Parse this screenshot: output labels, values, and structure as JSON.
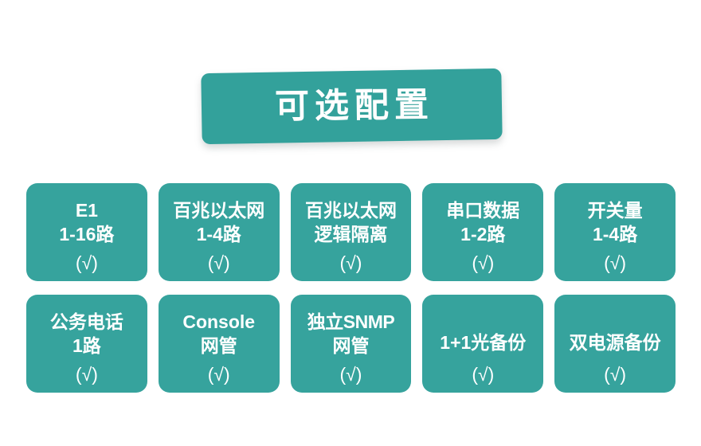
{
  "banner": {
    "title": "可选配置",
    "color": "#33A19B"
  },
  "theme": {
    "card_color": "#36A39D",
    "text_color": "#FFFFFF",
    "background": "#FFFFFF"
  },
  "check_mark": "(√)",
  "cards": {
    "rows": [
      [
        {
          "lines": [
            "E1",
            "1-16路"
          ],
          "check": "(√)"
        },
        {
          "lines": [
            "百兆以太网",
            "1-4路"
          ],
          "check": "(√)"
        },
        {
          "lines": [
            "百兆以太网",
            "逻辑隔离"
          ],
          "check": "(√)"
        },
        {
          "lines": [
            "串口数据",
            "1-2路"
          ],
          "check": "(√)"
        },
        {
          "lines": [
            "开关量",
            "1-4路"
          ],
          "check": "(√)"
        }
      ],
      [
        {
          "lines": [
            "公务电话",
            "1路"
          ],
          "check": "(√)"
        },
        {
          "lines": [
            "Console",
            "网管"
          ],
          "check": "(√)"
        },
        {
          "lines": [
            "独立SNMP",
            "网管"
          ],
          "check": "(√)"
        },
        {
          "lines": [
            "1+1光备份"
          ],
          "check": "(√)"
        },
        {
          "lines": [
            "双电源备份"
          ],
          "check": "(√)"
        }
      ]
    ]
  }
}
